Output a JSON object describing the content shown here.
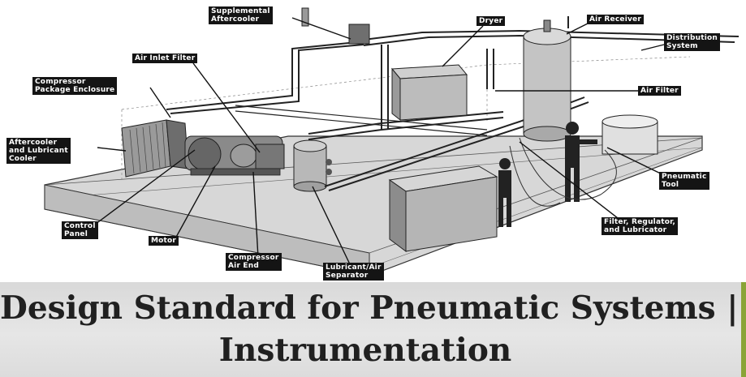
{
  "labels": {
    "supplemental_aftercooler": "Supplemental\nAftercooler",
    "dryer": "Dryer",
    "air_receiver": "Air Receiver",
    "distribution_system": "Distribution\nSystem",
    "air_inlet_filter": "Air Inlet Filter",
    "compressor_package_enclosure": "Compressor\nPackage Enclosure",
    "air_filter": "Air Filter",
    "aftercooler_lubricant_cooler": "Aftercooler\nand Lubricant\nCooler",
    "pneumatic_tool": "Pneumatic\nTool",
    "control_panel": "Control\nPanel",
    "motor": "Motor",
    "compressor_air_end": "Compressor\nAir End",
    "lubricant_air_separator": "Lubricant/Air\nSeparator",
    "filter_regulator_lubricator": "Filter, Regulator,\nand Lubricator"
  },
  "caption": {
    "text": "Design Standard for Pneumatic Systems |\nInstrumentation"
  },
  "colors": {
    "accent_bar": "#8aa437",
    "label_bg": "#141414",
    "caption_bg": "#e0e0e0"
  }
}
